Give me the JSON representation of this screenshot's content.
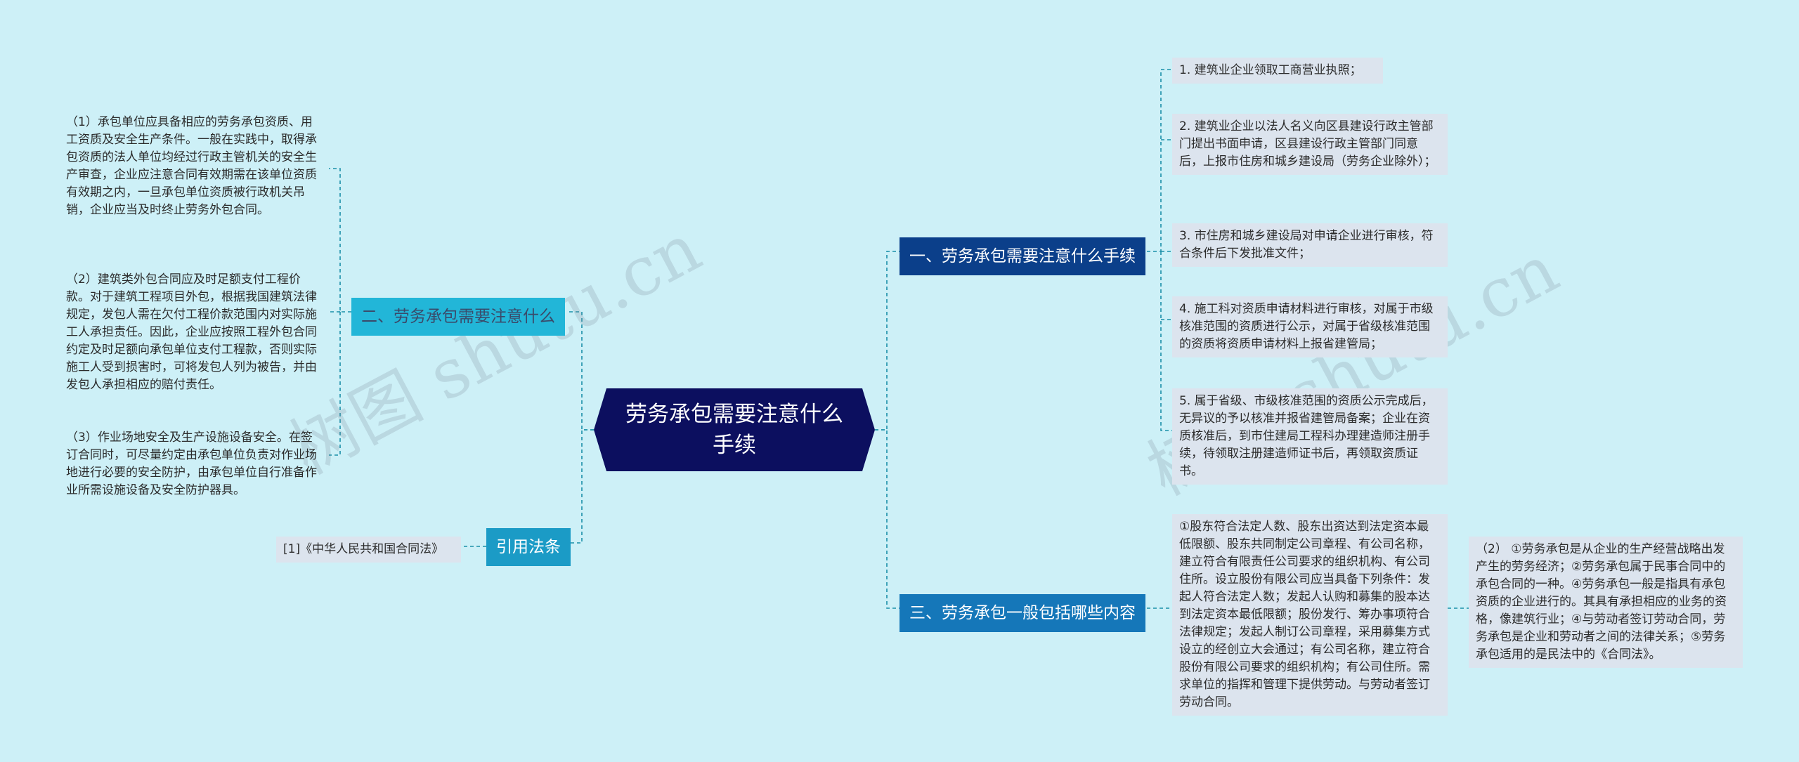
{
  "title": "劳务承包需要注意什么手续",
  "branches": {
    "procedures": {
      "label": "一、劳务承包需要注意什么手续",
      "items": [
        "1. 建筑业企业领取工商营业执照；",
        "2. 建筑业企业以法人名义向区县建设行政主管部门提出书面申请，区县建设行政主管部门同意后，上报市住房和城乡建设局（劳务企业除外）；",
        "3. 市住房和城乡建设局对申请企业进行审核，符合条件后下发批准文件；",
        "4. 施工科对资质申请材料进行审核，对属于市级核准范围的资质进行公示，对属于省级核准范围的资质将资质申请材料上报省建管局；",
        "5. 属于省级、市级核准范围的资质公示完成后，无异议的予以核准并报省建管局备案；企业在资质核准后，到市住建局工程科办理建造师注册手续，待领取注册建造师证书后，再领取资质证书。"
      ]
    },
    "notes": {
      "label": "二、劳务承包需要注意什么",
      "items": [
        "（1）承包单位应具备相应的劳务承包资质、用工资质及安全生产条件。一般在实践中，取得承包资质的法人单位均经过行政主管机关的安全生产审查，企业应注意合同有效期需在该单位资质有效期之内，一旦承包单位资质被行政机关吊销，企业应当及时终止劳务外包合同。",
        "（2）建筑类外包合同应及时足额支付工程价款。对于建筑工程项目外包，根据我国建筑法律规定，发包人需在欠付工程价款范围内对实际施工人承担责任。因此，企业应按照工程外包合同约定及时足额向承包单位支付工程款，否则实际施工人受到损害时，可将发包人列为被告，并由发包人承担相应的赔付责任。",
        "（3）作业场地安全及生产设施设备安全。在签订合同时，可尽量约定由承包单位负责对作业场地进行必要的安全防护，由承包单位自行准备作业所需设施设备及安全防护器具。"
      ]
    },
    "content": {
      "label": "三、劳务承包一般包括哪些内容",
      "item": "①股东符合法定人数、股东出资达到法定资本最低限额、股东共同制定公司章程、有公司名称，建立符合有限责任公司要求的组织机构、有公司住所。设立股份有限公司应当具备下列条件：发起人符合法定人数；发起人认购和募集的股本达到法定资本最低限额；股份发行、筹办事项符合法律规定；发起人制订公司章程，采用募集方式设立的经创立大会通过；有公司名称，建立符合股份有限公司要求的组织机构；有公司住所。需求单位的指挥和管理下提供劳动。与劳动者签订劳动合同。",
      "subitem": "（2） ①劳务承包是从企业的生产经营战略出发产生的劳务经济；②劳务承包属于民事合同中的承包合同的一种。④劳务承包一般是指具有承包资质的企业进行的。其具有承担相应的业务的资格，像建筑行业；④与劳动者签订劳动合同，劳务承包是企业和劳动者之间的法律关系；⑤劳务承包适用的是民法中的《合同法》。"
    },
    "law": {
      "label": "引用法条",
      "item": "[1]《中华人民共和国合同法》"
    }
  },
  "watermarks": [
    "树图 shutu.cn",
    "树图 shutu.cn"
  ],
  "colors": {
    "background": "#cdf0f7",
    "center": "#0c0f5f",
    "branch_procedures": "#0b3f8a",
    "branch_notes": "#22b6d8",
    "branch_content": "#1577b9",
    "branch_law": "#1b9bc6",
    "leaf_box": "#dce4ee",
    "connector": "#1b8fa8"
  }
}
